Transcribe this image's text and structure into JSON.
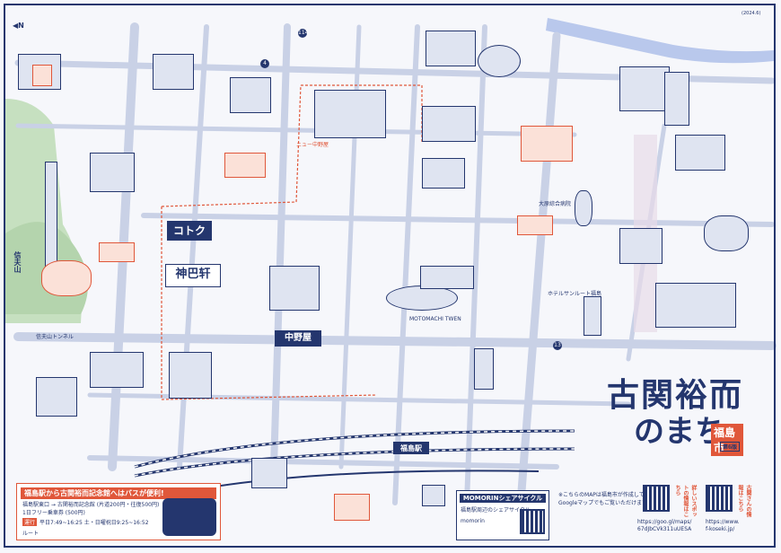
{
  "colors": {
    "navy": "#24366e",
    "coral": "#e0573a",
    "road": "#c9d1e6",
    "green": "#c6e0c0",
    "river": "#b9c8ec"
  },
  "compass": {
    "north": "N"
  },
  "title": {
    "line1": "古関裕而",
    "line2": "のまち",
    "city": "福島市",
    "edition": "第6版"
  },
  "shops": {
    "kotoku": "コトク",
    "jinpei": "神巴轩",
    "nakanoya": "中野屋"
  },
  "stations": {
    "fukushima": "福島駅"
  },
  "labels": {
    "mt_shinobu": "信夫山",
    "shinobu_tunnel": "信夫山トンネル",
    "route_4": "4",
    "route_114": "114",
    "route_13": "13",
    "kamura_gate": "ホテルサンルート福島",
    "nakano_red": "ニュー中野屋",
    "motomachi": "MOTOMACHI TWEN",
    "arasawa": "大原綜合病院"
  },
  "bus_box": {
    "heading": "福島駅から古関裕而記念館へはバスが便利!",
    "line1": "福島駅東口 → 古関裕而記念館 (片道200円・往復500円)",
    "line2": "1日フリー乗車券 (500円)",
    "tag_weekday": "運行",
    "line3": "平日7:49~16:25  土・日曜祝日9:25~16:52",
    "line4": "ルート"
  },
  "cycle_box": {
    "heading": "MOMORINシェアサイクル",
    "line1": "福島駅周辺のシェアサイクル",
    "line2": "momorin"
  },
  "info": {
    "note1": "※こちらのMAPは福島市が作成しています",
    "note2": "Googleマップでもご覧いただけます",
    "url1": "https://goo.gl/maps/",
    "url1b": "67dJbCVk311uUESA",
    "url2": "https://www.",
    "url2b": "f-koseki.jp/",
    "tag1": "詳しいスポットの情報はこちら",
    "tag2": "古関さんの情報はこちら",
    "version": "(2024.6)"
  }
}
